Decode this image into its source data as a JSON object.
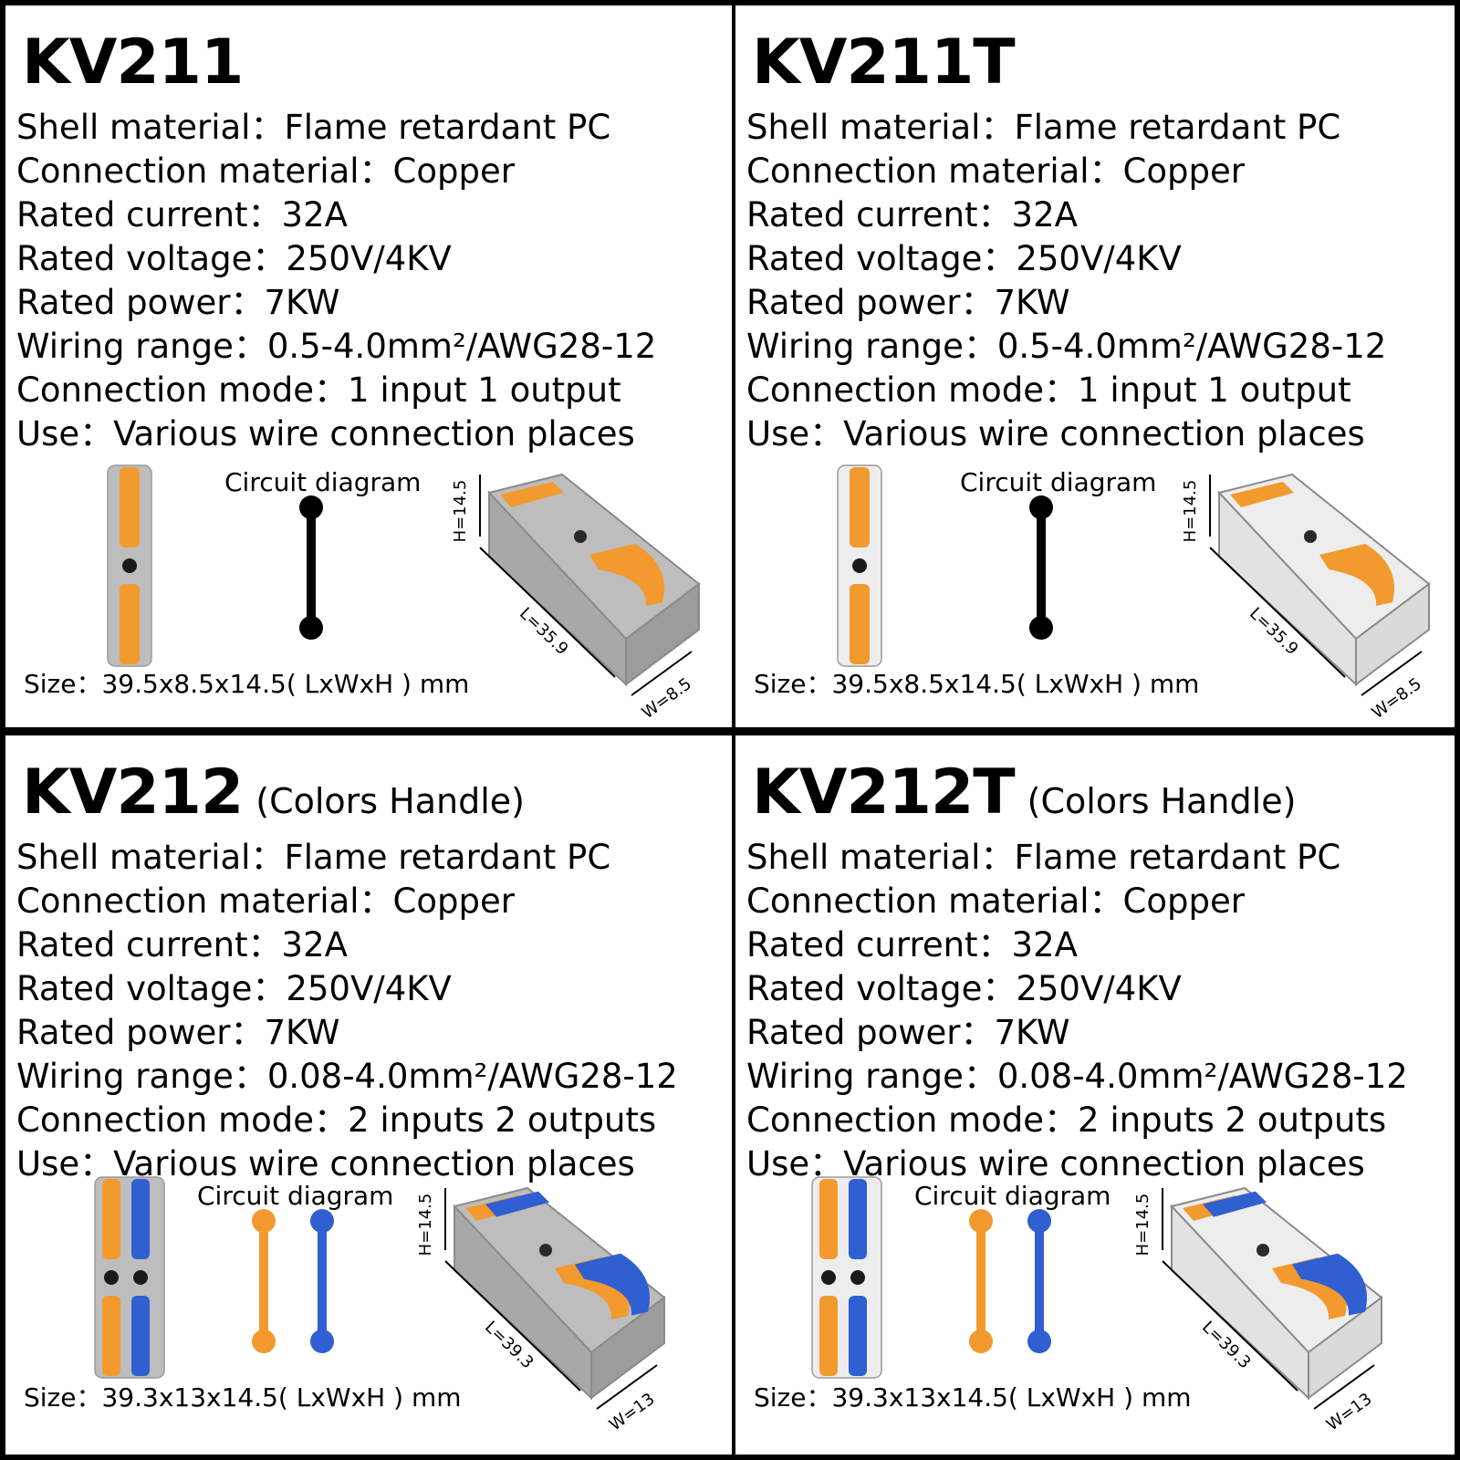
{
  "circuit_label": "Circuit diagram",
  "colors": {
    "orange": "#F29A2E",
    "blue": "#2F5FD0",
    "grey_shell": "#BDBDBD",
    "clear_shell": "#EDEDED",
    "black": "#000000"
  },
  "panels": [
    {
      "model": "KV211",
      "suffix": "",
      "specs": [
        "Shell material：Flame retardant PC",
        "Connection material：Copper",
        "Rated current：32A",
        "Rated voltage：250V/4KV",
        "Rated power：7KW",
        "Wiring range：0.5-4.0mm²/AWG28-12",
        "Connection mode：1 input 1 output",
        "Use：Various wire connection places"
      ],
      "size": "Size：39.5x8.5x14.5( LxWxH ) mm",
      "dims": {
        "h": "H=14.5",
        "l": "L=35.9",
        "w": "W=8.5"
      },
      "shell": "grey",
      "channels": [
        "orange"
      ]
    },
    {
      "model": "KV211T",
      "suffix": "",
      "specs": [
        "Shell material：Flame retardant PC",
        "Connection material：Copper",
        "Rated current：32A",
        "Rated voltage：250V/4KV",
        "Rated power：7KW",
        "Wiring range：0.5-4.0mm²/AWG28-12",
        "Connection mode：1 input 1 output",
        "Use：Various wire connection places"
      ],
      "size": "Size：39.5x8.5x14.5( LxWxH ) mm",
      "dims": {
        "h": "H=14.5",
        "l": "L=35.9",
        "w": "W=8.5"
      },
      "shell": "clear",
      "channels": [
        "orange"
      ]
    },
    {
      "model": "KV212",
      "suffix": "(Colors Handle)",
      "specs": [
        "Shell material：Flame retardant PC",
        "Connection material：Copper",
        "Rated current：32A",
        "Rated voltage：250V/4KV",
        "Rated power：7KW",
        "Wiring range：0.08-4.0mm²/AWG28-12",
        "Connection mode：2 inputs 2 outputs",
        "Use：Various wire connection places"
      ],
      "size": "Size：39.3x13x14.5( LxWxH ) mm",
      "dims": {
        "h": "H=14.5",
        "l": "L=39.3",
        "w": "W=13"
      },
      "shell": "grey",
      "channels": [
        "orange",
        "blue"
      ]
    },
    {
      "model": "KV212T",
      "suffix": "(Colors Handle)",
      "specs": [
        "Shell material：Flame retardant PC",
        "Connection material：Copper",
        "Rated current：32A",
        "Rated voltage：250V/4KV",
        "Rated power：7KW",
        "Wiring range：0.08-4.0mm²/AWG28-12",
        "Connection mode：2 inputs 2 outputs",
        "Use：Various wire connection places"
      ],
      "size": "Size：39.3x13x14.5( LxWxH ) mm",
      "dims": {
        "h": "H=14.5",
        "l": "L=39.3",
        "w": "W=13"
      },
      "shell": "clear",
      "channels": [
        "orange",
        "blue"
      ]
    }
  ]
}
